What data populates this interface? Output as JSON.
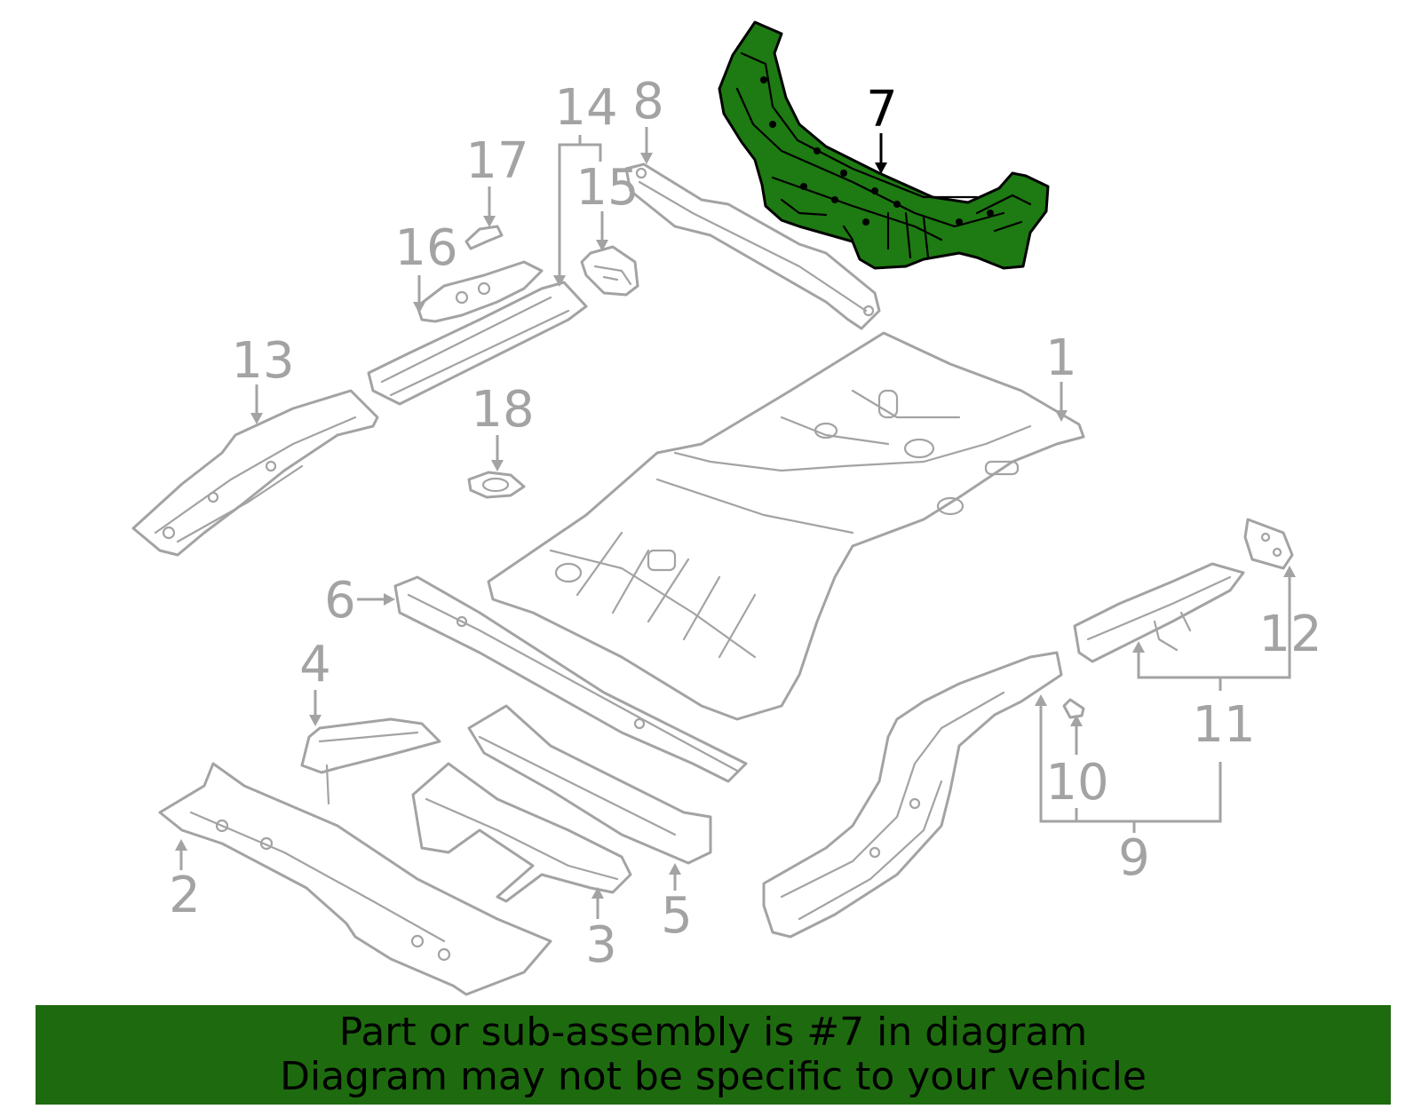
{
  "diagram": {
    "highlighted_part": "7",
    "highlight_color": "#1e7a12",
    "line_color": "#a3a3a3",
    "callouts": {
      "c1": "1",
      "c2": "2",
      "c3": "3",
      "c4": "4",
      "c5": "5",
      "c6": "6",
      "c7": "7",
      "c8": "8",
      "c9": "9",
      "c10": "10",
      "c11": "11",
      "c12": "12",
      "c13": "13",
      "c14": "14",
      "c15": "15",
      "c16": "16",
      "c17": "17",
      "c18": "18"
    }
  },
  "banner": {
    "line1": "Part or sub-assembly is #7 in diagram",
    "line2": "Diagram may not be specific to your vehicle",
    "background_color": "#1e6b0f"
  }
}
